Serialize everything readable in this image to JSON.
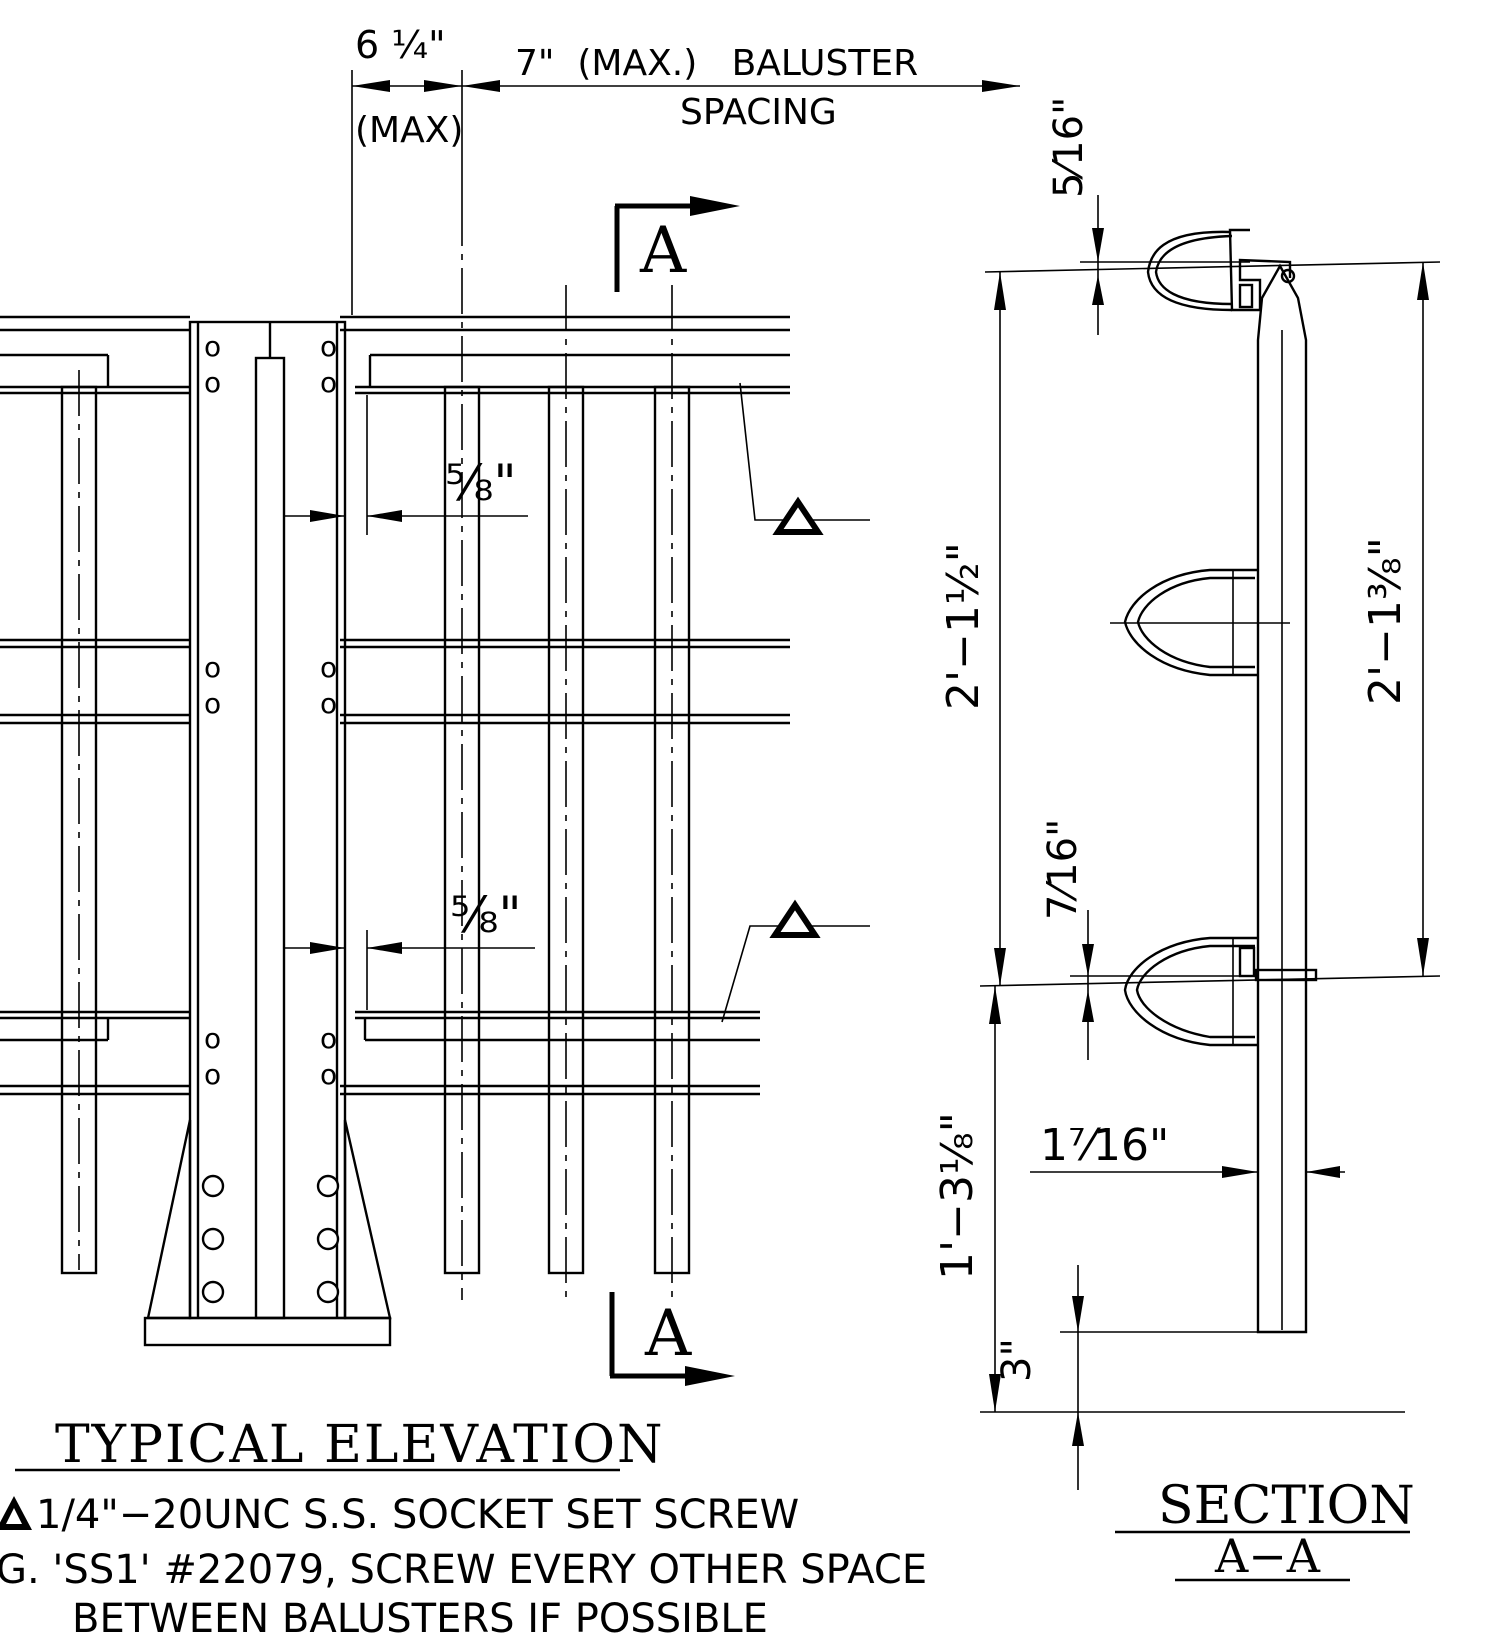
{
  "elevation": {
    "title": "TYPICAL ELEVATION",
    "dim_top_left": "6 ¼\"",
    "dim_top_left_sub": "(MAX)",
    "dim_spacing_1": "7\"  (MAX.)   BALUSTER",
    "dim_spacing_2": "SPACING",
    "dim_gap_upper": "⅝\"",
    "dim_gap_lower": "⅝\"",
    "section_marker_top": "A",
    "section_marker_bottom": "A"
  },
  "note": {
    "line1": "1/4\"−20UNC S.S. SOCKET SET SCREW",
    "line2": "G. 'SS1' #22079, SCREW EVERY OTHER SPACE",
    "line3": "BETWEEN BALUSTERS IF POSSIBLE"
  },
  "section": {
    "title_1": "SECTION",
    "title_2": "A−A",
    "dim_top_rail_offset": "5⁄16\"",
    "dim_left_upper": "2'−1½\"",
    "dim_right": "2'−1⅜\"",
    "dim_mid_offset": "7⁄16\"",
    "dim_post_width": "1⁷⁄16\"",
    "dim_left_lower": "1'−3⅛\"",
    "dim_bottom_gap": "3\""
  }
}
